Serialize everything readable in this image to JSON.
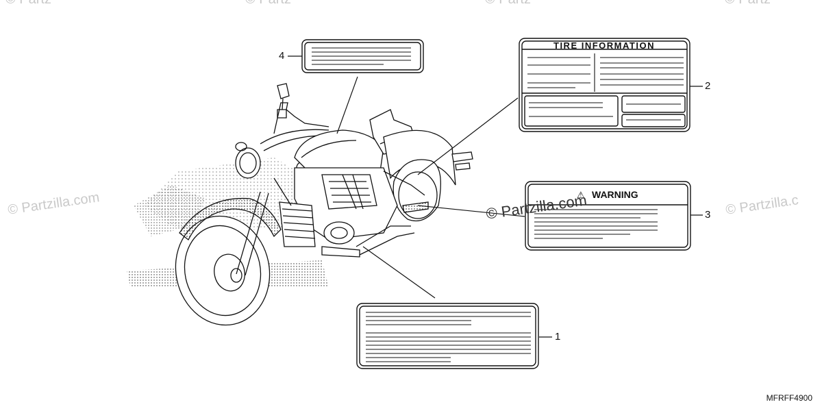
{
  "watermarks": {
    "brand": "© Partzilla.com",
    "top_left": "© Partz",
    "top_center": "© Partz",
    "top_right_1": "© Partz",
    "top_right_2": "© Partz",
    "right_edge": "© Partzilla.c"
  },
  "labels": {
    "tire_information_title": "TIRE INFORMATION",
    "warning_title": "WARNING",
    "warning_symbol": "⚠"
  },
  "callouts": [
    "1",
    "2",
    "3",
    "4"
  ],
  "diagram_code": "MFRFF4900"
}
